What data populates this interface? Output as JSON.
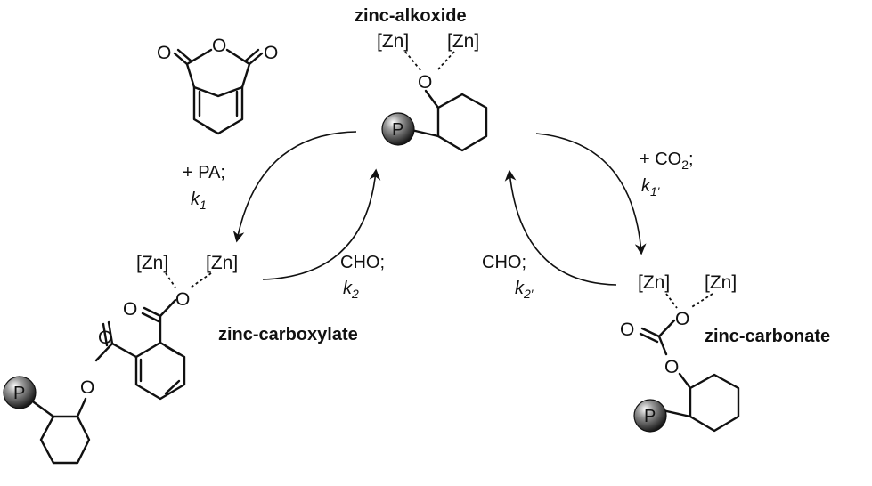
{
  "labels": {
    "zinc_alkoxide": "zinc-alkoxide",
    "zinc_carboxylate": "zinc-carboxylate",
    "zinc_carbonate": "zinc-carbonate"
  },
  "conditions": {
    "pa": "+ PA;",
    "k1": "k",
    "k1_sub": "1",
    "co2": "+ CO",
    "co2_sub": "2",
    "co2_semicolon": ";",
    "k1p": "k",
    "k1p_sub": "1′",
    "cho_left": "CHO;",
    "k2": "k",
    "k2_sub": "2",
    "cho_right": "CHO;",
    "k2p": "k",
    "k2p_sub": "2′"
  },
  "atoms": {
    "zn": "[Zn]",
    "o": "O",
    "p": "P"
  }
}
